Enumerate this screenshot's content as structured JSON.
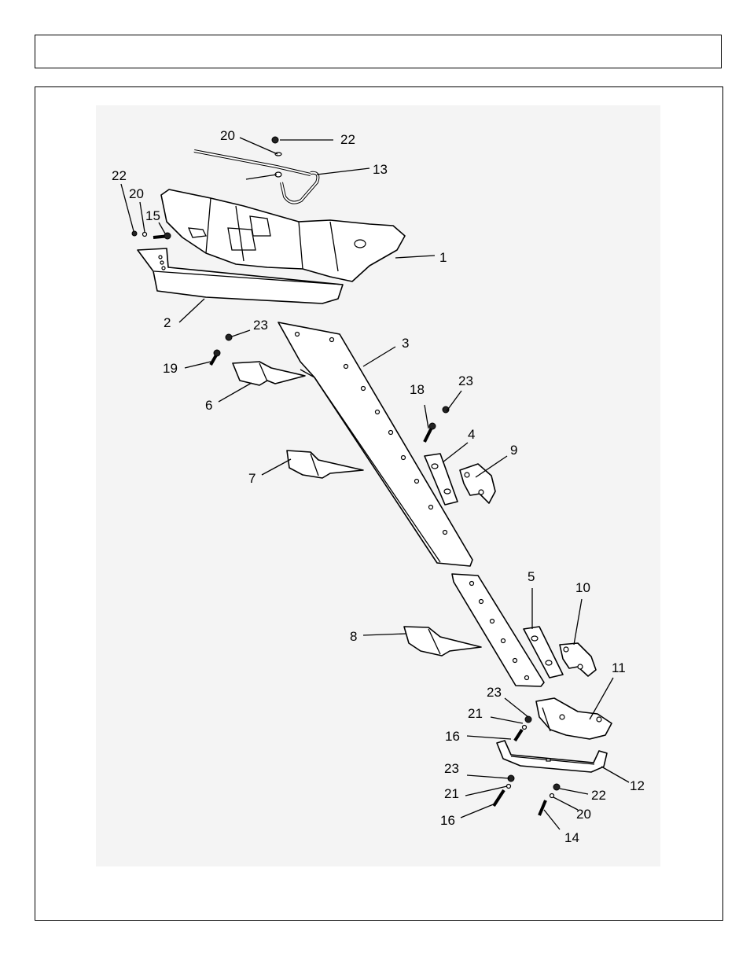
{
  "header": {
    "title": ""
  },
  "callouts": [
    {
      "id": "c22a",
      "text": "22"
    },
    {
      "id": "c20a",
      "text": "20"
    },
    {
      "id": "c13",
      "text": "13"
    },
    {
      "id": "c22b",
      "text": "22"
    },
    {
      "id": "c20b",
      "text": "20"
    },
    {
      "id": "c15",
      "text": "15"
    },
    {
      "id": "c1",
      "text": "1"
    },
    {
      "id": "c2",
      "text": "2"
    },
    {
      "id": "c23a",
      "text": "23"
    },
    {
      "id": "c3",
      "text": "3"
    },
    {
      "id": "c19",
      "text": "19"
    },
    {
      "id": "c6",
      "text": "6"
    },
    {
      "id": "c18",
      "text": "18"
    },
    {
      "id": "c23b",
      "text": "23"
    },
    {
      "id": "c4",
      "text": "4"
    },
    {
      "id": "c9",
      "text": "9"
    },
    {
      "id": "c7",
      "text": "7"
    },
    {
      "id": "c5",
      "text": "5"
    },
    {
      "id": "c10",
      "text": "10"
    },
    {
      "id": "c8",
      "text": "8"
    },
    {
      "id": "c11",
      "text": "11"
    },
    {
      "id": "c23c",
      "text": "23"
    },
    {
      "id": "c21a",
      "text": "21"
    },
    {
      "id": "c16a",
      "text": "16"
    },
    {
      "id": "c12",
      "text": "12"
    },
    {
      "id": "c23d",
      "text": "23"
    },
    {
      "id": "c22c",
      "text": "22"
    },
    {
      "id": "c21b",
      "text": "21"
    },
    {
      "id": "c20c",
      "text": "20"
    },
    {
      "id": "c16b",
      "text": "16"
    },
    {
      "id": "c14",
      "text": "14"
    }
  ]
}
